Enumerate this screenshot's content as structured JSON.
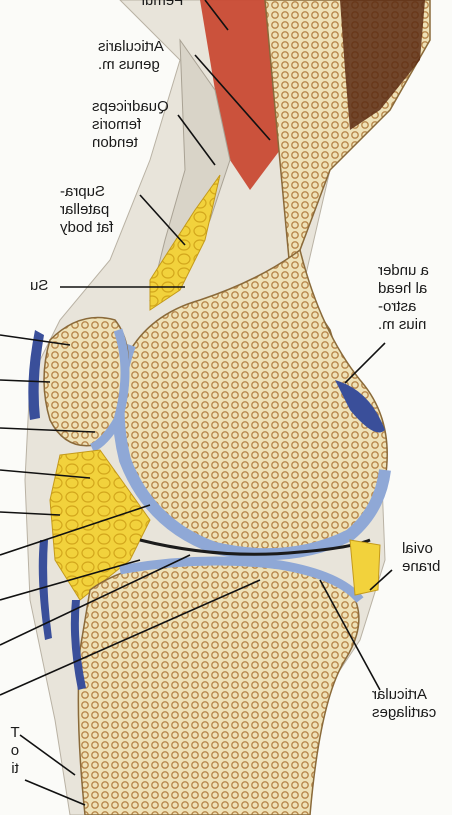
{
  "labels": {
    "femur": [
      "Femur"
    ],
    "articularis_genus": [
      "Articularis",
      "genus m."
    ],
    "quadriceps_tendon": [
      "Quadriceps",
      "femoris",
      "tendon"
    ],
    "suprapatellar_fat": [
      "Supra-",
      "patellar",
      "fat body"
    ],
    "su": [
      "Su"
    ],
    "bursa_gastro": [
      "a under",
      "al head",
      "astro-",
      "nius m."
    ],
    "synovial_membrane": [
      "ovial",
      "brane"
    ],
    "articular_cartilages": [
      "Articular",
      "cartilages"
    ],
    "left_letters": [
      "T",
      "o",
      "ti"
    ]
  },
  "colors": {
    "bone": "#efe2b8",
    "trabecular": "#c9a063",
    "cartilage": "#8fa8d6",
    "fat": "#f2d23c",
    "muscle": "#c8452f",
    "tendon": "#d9d4c8",
    "marrow": "#5a2a12",
    "bursa": "#3a4f9a"
  }
}
